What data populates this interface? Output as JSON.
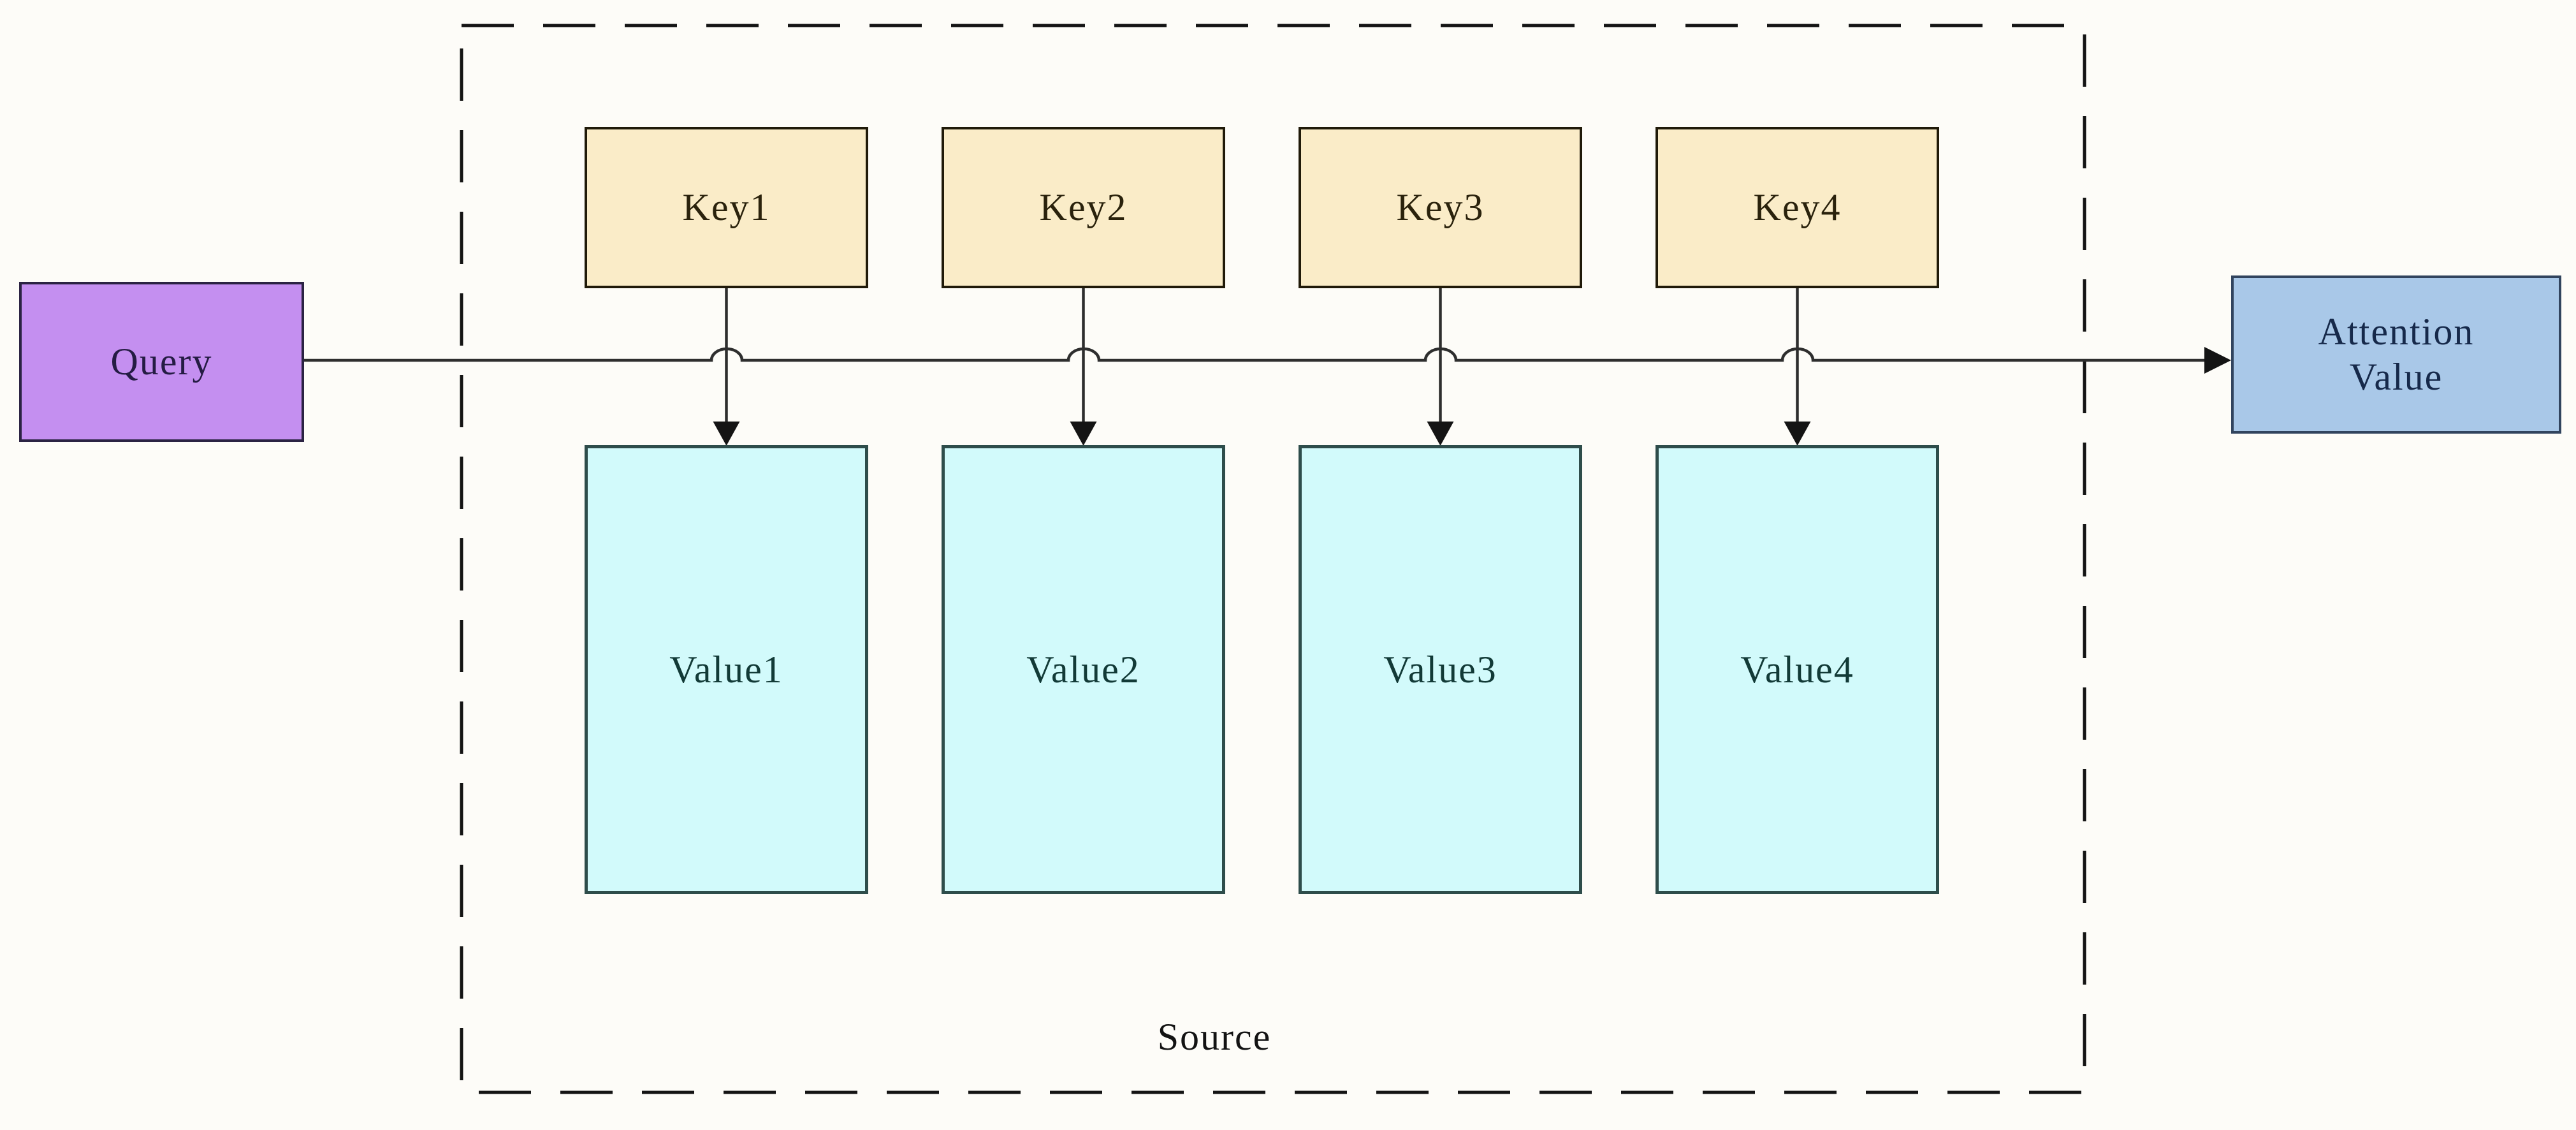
{
  "diagram": {
    "query": {
      "label": "Query"
    },
    "keys": [
      {
        "label": "Key1"
      },
      {
        "label": "Key2"
      },
      {
        "label": "Key3"
      },
      {
        "label": "Key4"
      }
    ],
    "values": [
      {
        "label": "Value1"
      },
      {
        "label": "Value2"
      },
      {
        "label": "Value3"
      },
      {
        "label": "Value4"
      }
    ],
    "attention": {
      "line1": "Attention",
      "line2": "Value"
    },
    "source": {
      "label": "Source"
    }
  },
  "colors": {
    "query_fill": "#c48ff0",
    "key_fill": "#faecc8",
    "value_fill": "#d2fafb",
    "attention_fill": "#a9c8e8",
    "connector_line": "#2e2e2e",
    "arrowhead": "#141414",
    "dashed_border": "#141414",
    "background": "#fdfcf8"
  }
}
